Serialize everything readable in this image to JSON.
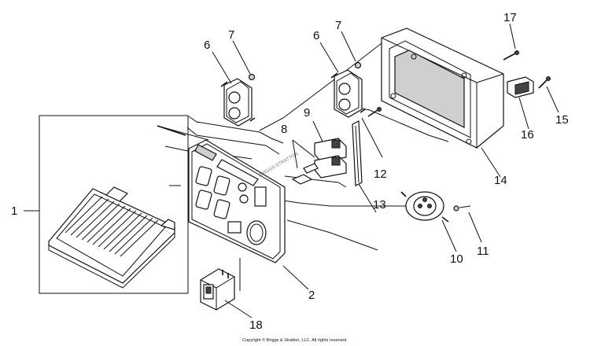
{
  "diagram": {
    "callouts": [
      "1",
      "2",
      "6",
      "7",
      "6",
      "7",
      "8",
      "9",
      "10",
      "11",
      "12",
      "13",
      "14",
      "15",
      "16",
      "17",
      "18"
    ],
    "copyright": "Copyright © Briggs & Stratton, LLC. All rights reserved."
  }
}
